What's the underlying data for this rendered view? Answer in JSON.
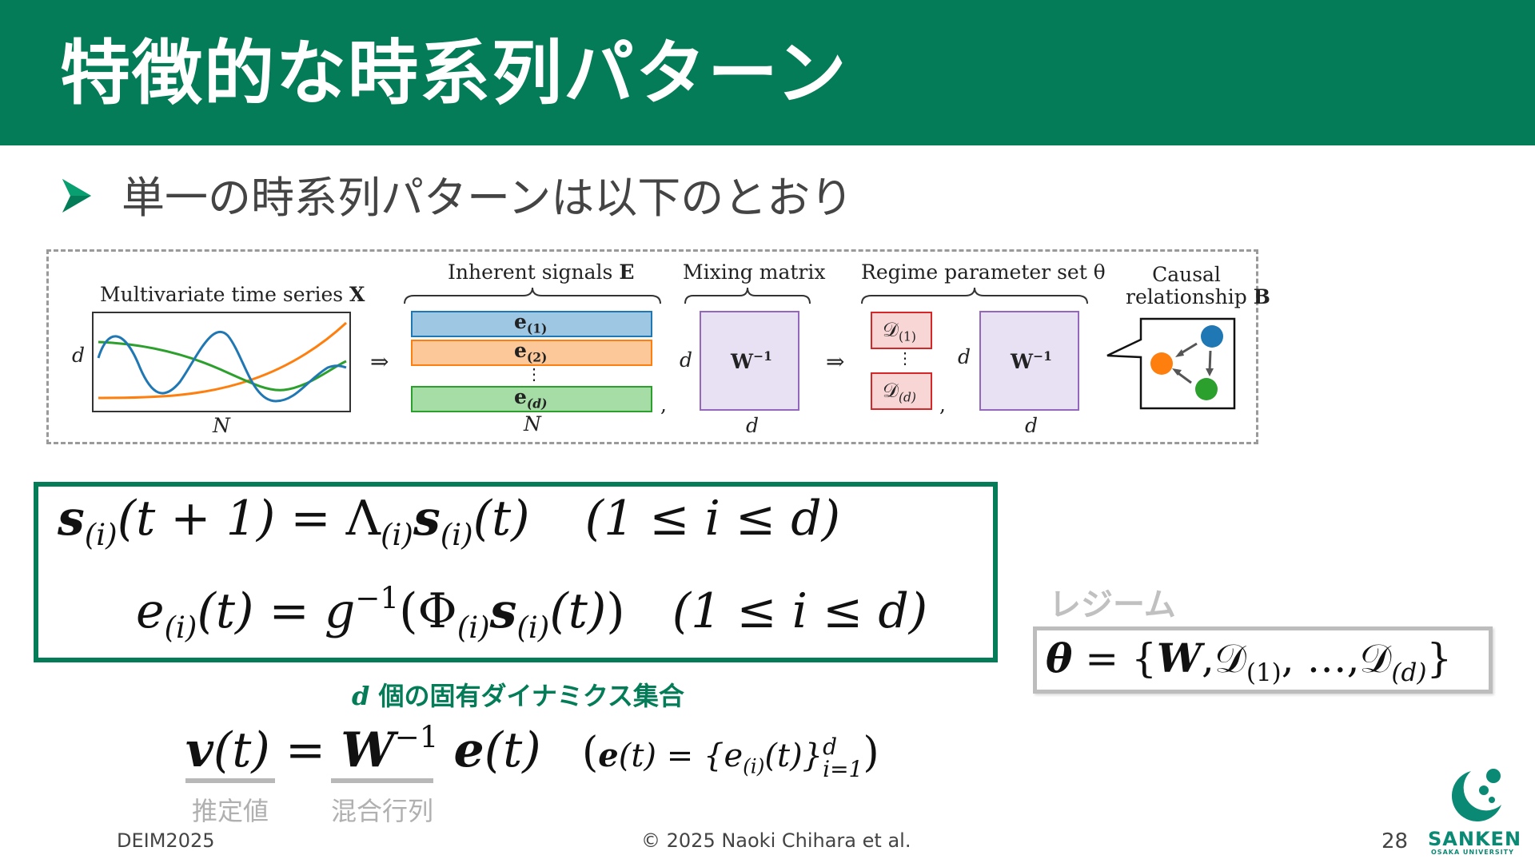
{
  "slide": {
    "title": "特徴的な時系列パターン",
    "bullet": "単一の時系列パターンは以下のとおり",
    "colors": {
      "header": "#047c58",
      "accent": "#047c58",
      "grey": "#bdbdbd"
    }
  },
  "figure": {
    "panel1_title": "Multivariate time series",
    "panel1_title_sym": "X",
    "panel1_ylabel": "d",
    "panel1_xlabel": "N",
    "arrow1": "⇒",
    "inherent_title": "Inherent signals",
    "inherent_title_sym": "E",
    "signal_1": "e",
    "signal_1_sub": "(1)",
    "signal_2": "e",
    "signal_2_sub": "(2)",
    "signal_dots": "⋮",
    "signal_d": "e",
    "signal_d_sub": "(d)",
    "inherent_xlabel": "N",
    "comma1": ",",
    "mixing_title": "Mixing matrix",
    "mixing_ylabel": "d",
    "mixing_label": "W",
    "mixing_label_sup": "−1",
    "mixing_xlabel": "d",
    "arrow2": "⇒",
    "regime_title": "Regime parameter set θ",
    "regime_d1": "𝒟",
    "regime_d1_sub": "(1)",
    "regime_dots": "⋮",
    "regime_dd": "𝒟",
    "regime_dd_sub": "(d)",
    "comma2": ",",
    "regime_ylabel": "d",
    "regime_w_label": "W",
    "regime_w_sup": "−1",
    "regime_xlabel": "d",
    "causal_title_1": "Causal",
    "causal_title_2": "relationship",
    "causal_title_sym": "B",
    "series_colors": {
      "blue": "#1f77b4",
      "orange": "#ff7f0e",
      "green": "#2ca02c"
    }
  },
  "equations": {
    "eq1": {
      "lhs_s": "s",
      "lhs_sub": "(i)",
      "lhs_arg": "(t + 1)",
      "eq": "=",
      "lambda": "Λ",
      "lambda_sub": "(i)",
      "rhs_s": "s",
      "rhs_sub": "(i)",
      "rhs_arg": "(t)",
      "cond": "(1 ≤ i ≤ d)"
    },
    "eq2": {
      "lhs_e": "e",
      "lhs_sub": "(i)",
      "lhs_arg": "(t)",
      "eq": "=",
      "g": "g",
      "g_sup": "−1",
      "open": "(",
      "phi": "Φ",
      "phi_sub": "(i)",
      "s": "s",
      "s_sub": "(i)",
      "s_arg": "(t)",
      "close": ")",
      "cond": "(1 ≤ i ≤ d)"
    },
    "eq3": {
      "v": "v",
      "v_arg": "(t)",
      "eq": "=",
      "W": "W",
      "W_sup": "−1",
      "e": "e",
      "e_arg": "(t)",
      "paren_open": "(",
      "inner_e": "e",
      "inner_arg": "(t) = {",
      "inner_ei": "e",
      "inner_ei_sub": "(i)",
      "inner_ei_arg": "(t)}",
      "inner_sup": "d",
      "inner_sub": "i=1",
      "paren_close": ")"
    },
    "caption_d": "d",
    "caption_text": " 個の固有ダイナミクス集合",
    "estimate_label": "推定値",
    "mixing_label": "混合行列"
  },
  "regime": {
    "label": "レジーム",
    "theta": "θ",
    "eq": "=",
    "set_open": "{",
    "W": "W",
    "sep1": ",",
    "D1": "𝒟",
    "D1_sub": "(1)",
    "ellipsis": ", …,",
    "Dd": "𝒟",
    "Dd_sub": "(d)",
    "set_close": "}"
  },
  "footer": {
    "left": "DEIM2025",
    "center": "© 2025 Naoki Chihara et al.",
    "page": "28",
    "logo_text": "SANKEN",
    "logo_sub": "OSAKA UNIVERSITY"
  }
}
